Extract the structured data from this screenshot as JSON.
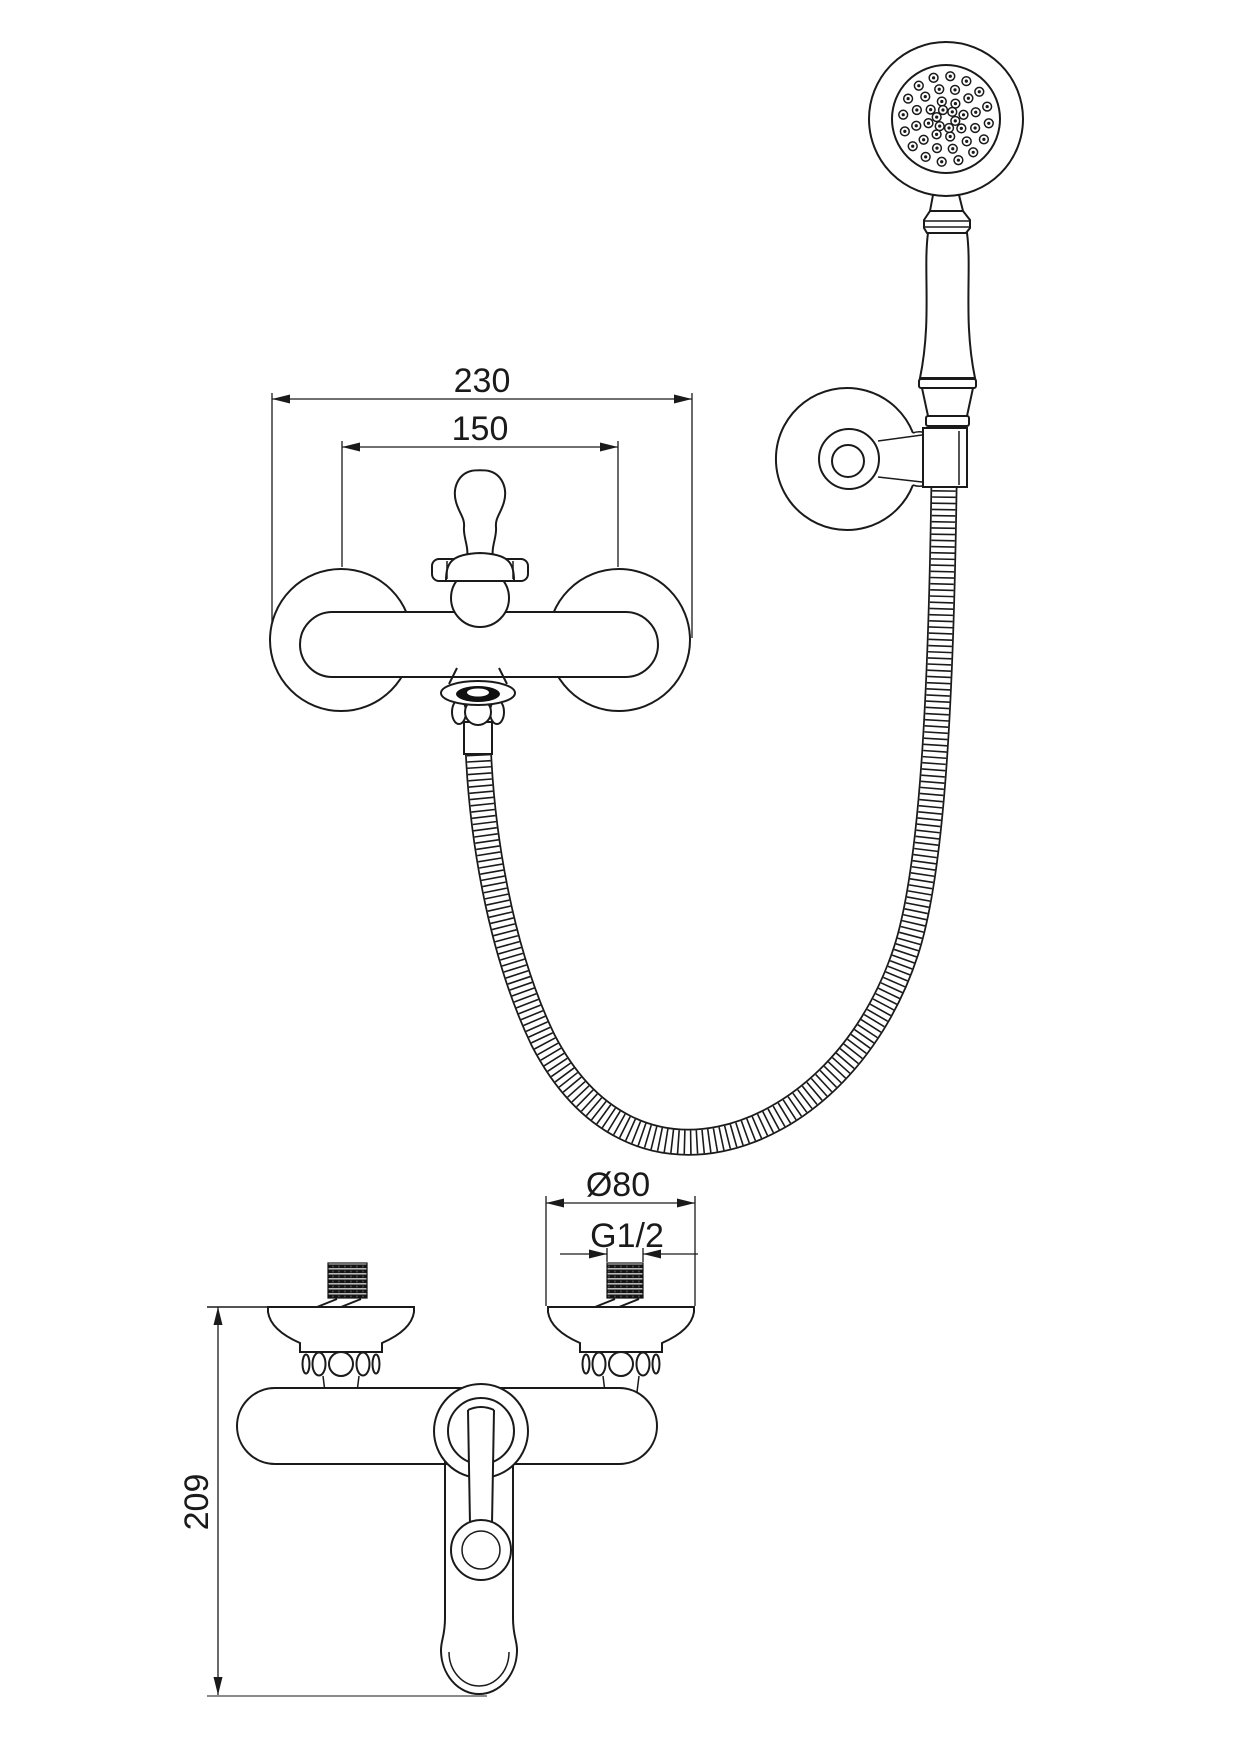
{
  "drawing": {
    "type": "technical-dimension-drawing",
    "views": [
      "hand-shower-with-wall-holder-and-hose",
      "mixer-front-view",
      "mixer-top-view"
    ],
    "colors": {
      "background": "#ffffff",
      "line": "#1a1a1a",
      "extension_gray": "#8a8a8a"
    },
    "labels": {
      "width_overall": "230",
      "connection_spacing": "150",
      "escutcheon_diameter": "Ø80",
      "thread_size": "G1/2",
      "depth": "209"
    }
  }
}
